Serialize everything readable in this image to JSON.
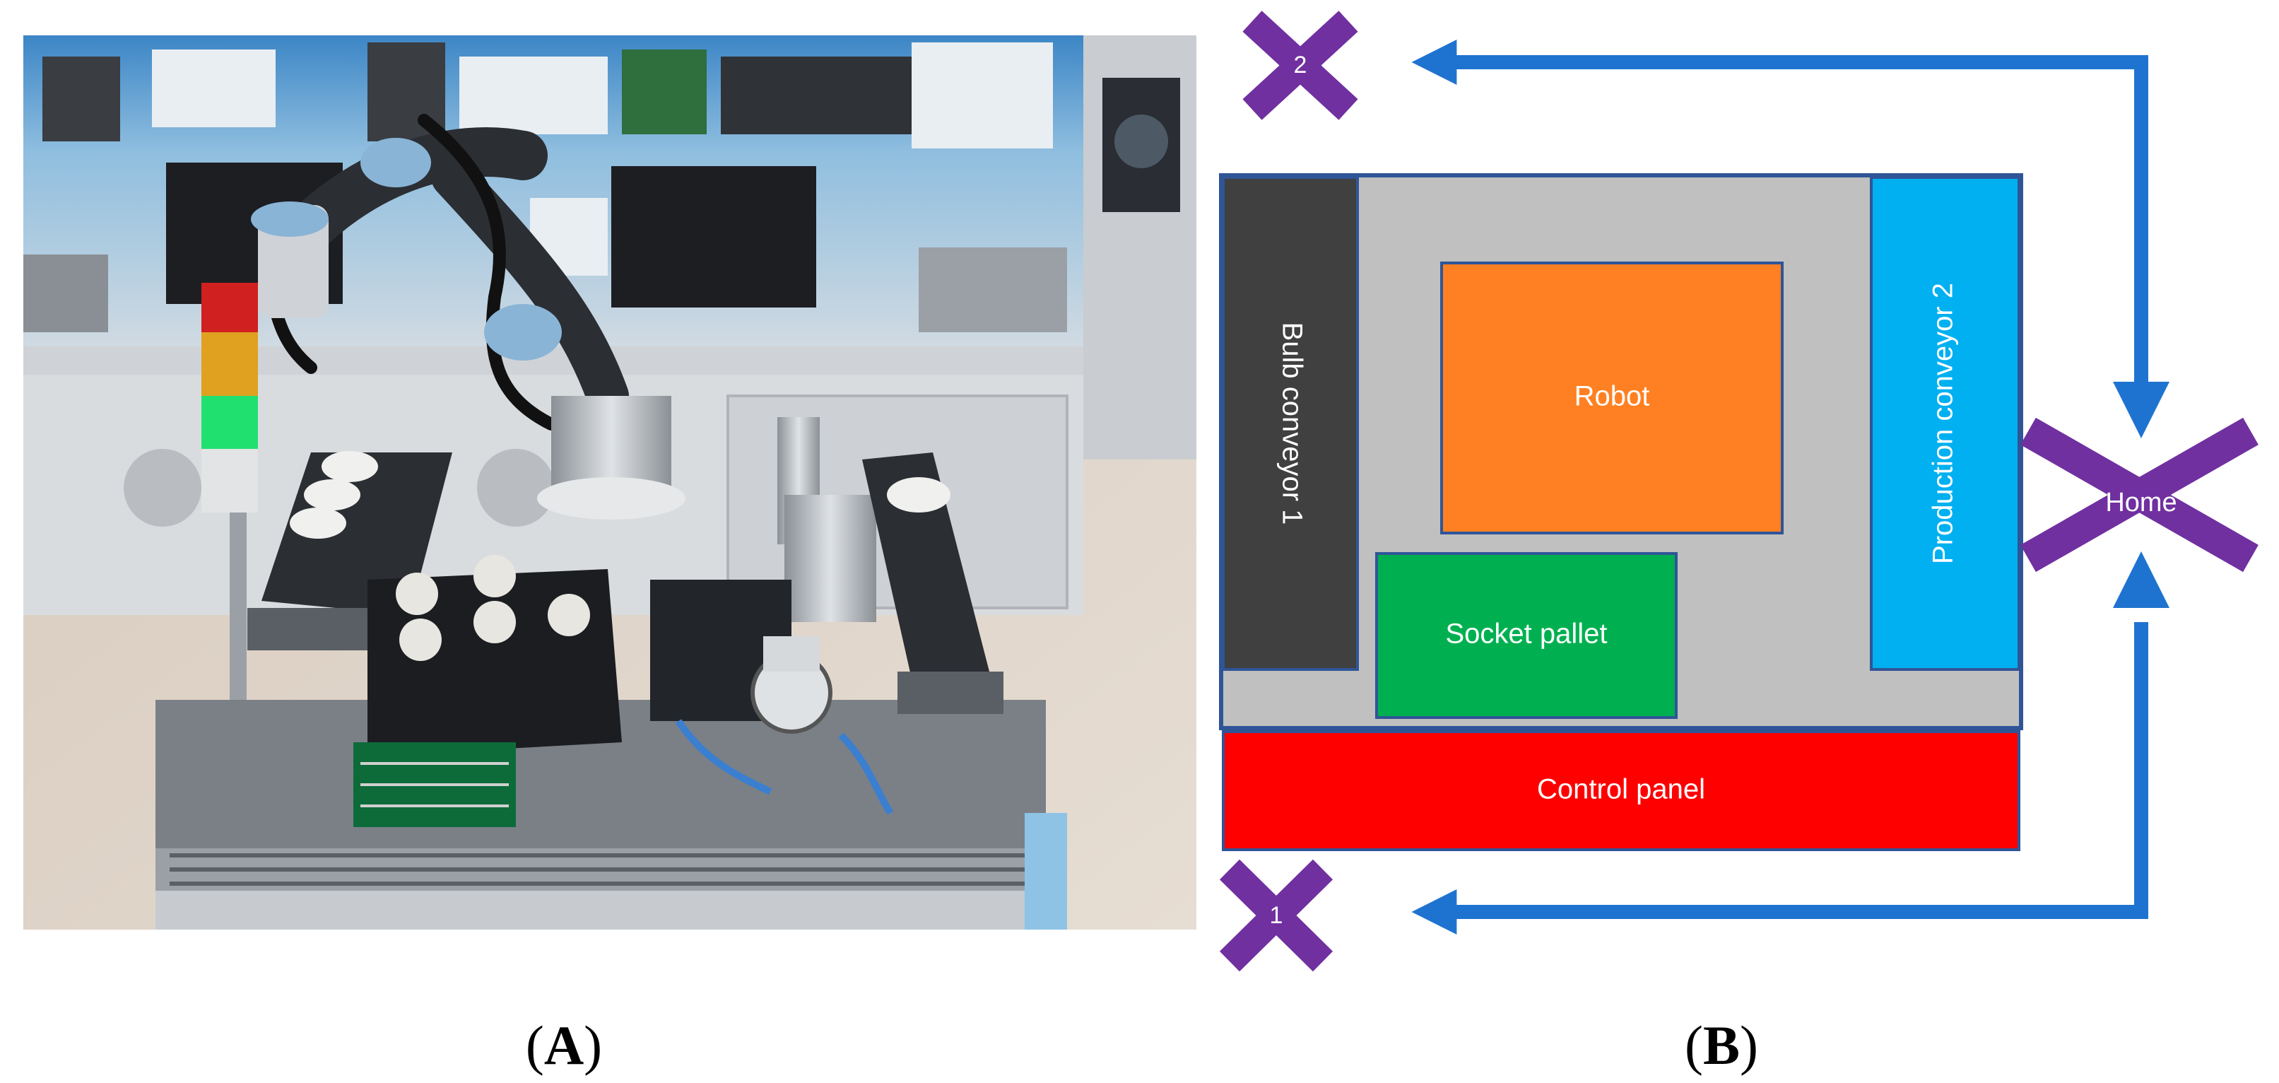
{
  "panels": {
    "a": {
      "label_open": "(",
      "label_letter": "A",
      "label_close": ")"
    },
    "b": {
      "label_open": "(",
      "label_letter": "B",
      "label_close": ")"
    }
  },
  "layout": {
    "bulb_conveyor": "Bulb conveyor 1",
    "robot": "Robot",
    "production_conveyor": "Production conveyor 2",
    "socket_pallet": "Socket pallet",
    "control_panel": "Control panel"
  },
  "markers": {
    "home": "Home",
    "position_1": "1",
    "position_2": "2"
  },
  "colors": {
    "workcell_bg": "#c0c0c0",
    "workcell_border": "#2f5597",
    "bulb_conveyor": "#404040",
    "robot": "#ff8022",
    "production_conveyor": "#00b0f0",
    "socket_pallet": "#00b050",
    "control_panel": "#ff0000",
    "marker": "#7030a0",
    "arrow": "#1f73d0"
  },
  "photo": {
    "status_light_colors": [
      "#d02020",
      "#e0a020",
      "#20e070"
    ]
  }
}
